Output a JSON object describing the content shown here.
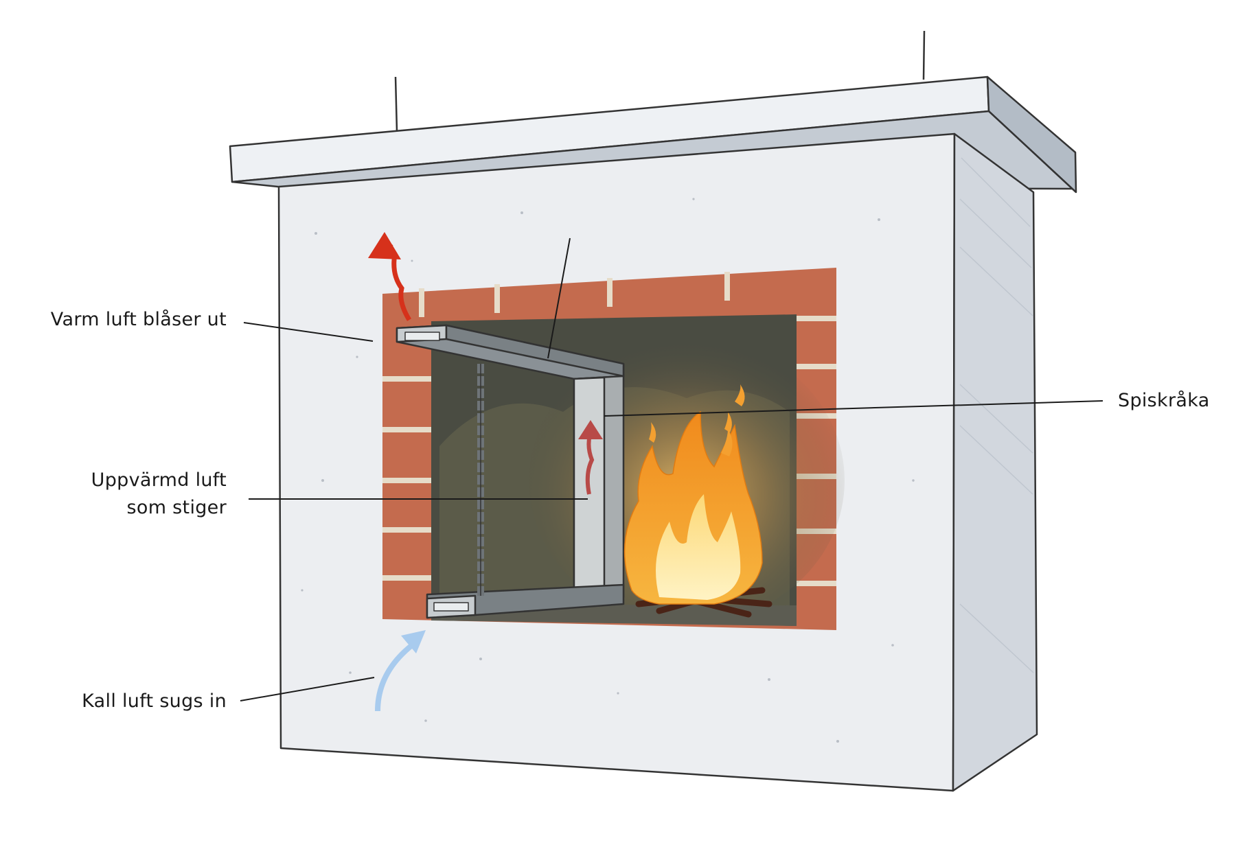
{
  "diagram": {
    "labels": {
      "warm_air_out": "Varm luft blåser ut",
      "heated_air_rising_line1": "Uppvärmd luft",
      "heated_air_rising_line2": "som stiger",
      "cold_air_in": "Kall luft sugs in",
      "damper": "Spiskråka"
    },
    "colors": {
      "wall": "#eceef1",
      "wall_side": "#d2d7de",
      "shelf": "#c4cbd3",
      "brick": "#c46b4e",
      "mortar": "#e6dcc9",
      "firebox": "#4a4c42",
      "steel": "#7a8185",
      "warm_arrow": "#d6311b",
      "rising_arrow": "#b84a48",
      "cold_arrow": "#a8cbee",
      "flame_outer": "#f3a12a",
      "flame_inner": "#fde9a0"
    }
  }
}
